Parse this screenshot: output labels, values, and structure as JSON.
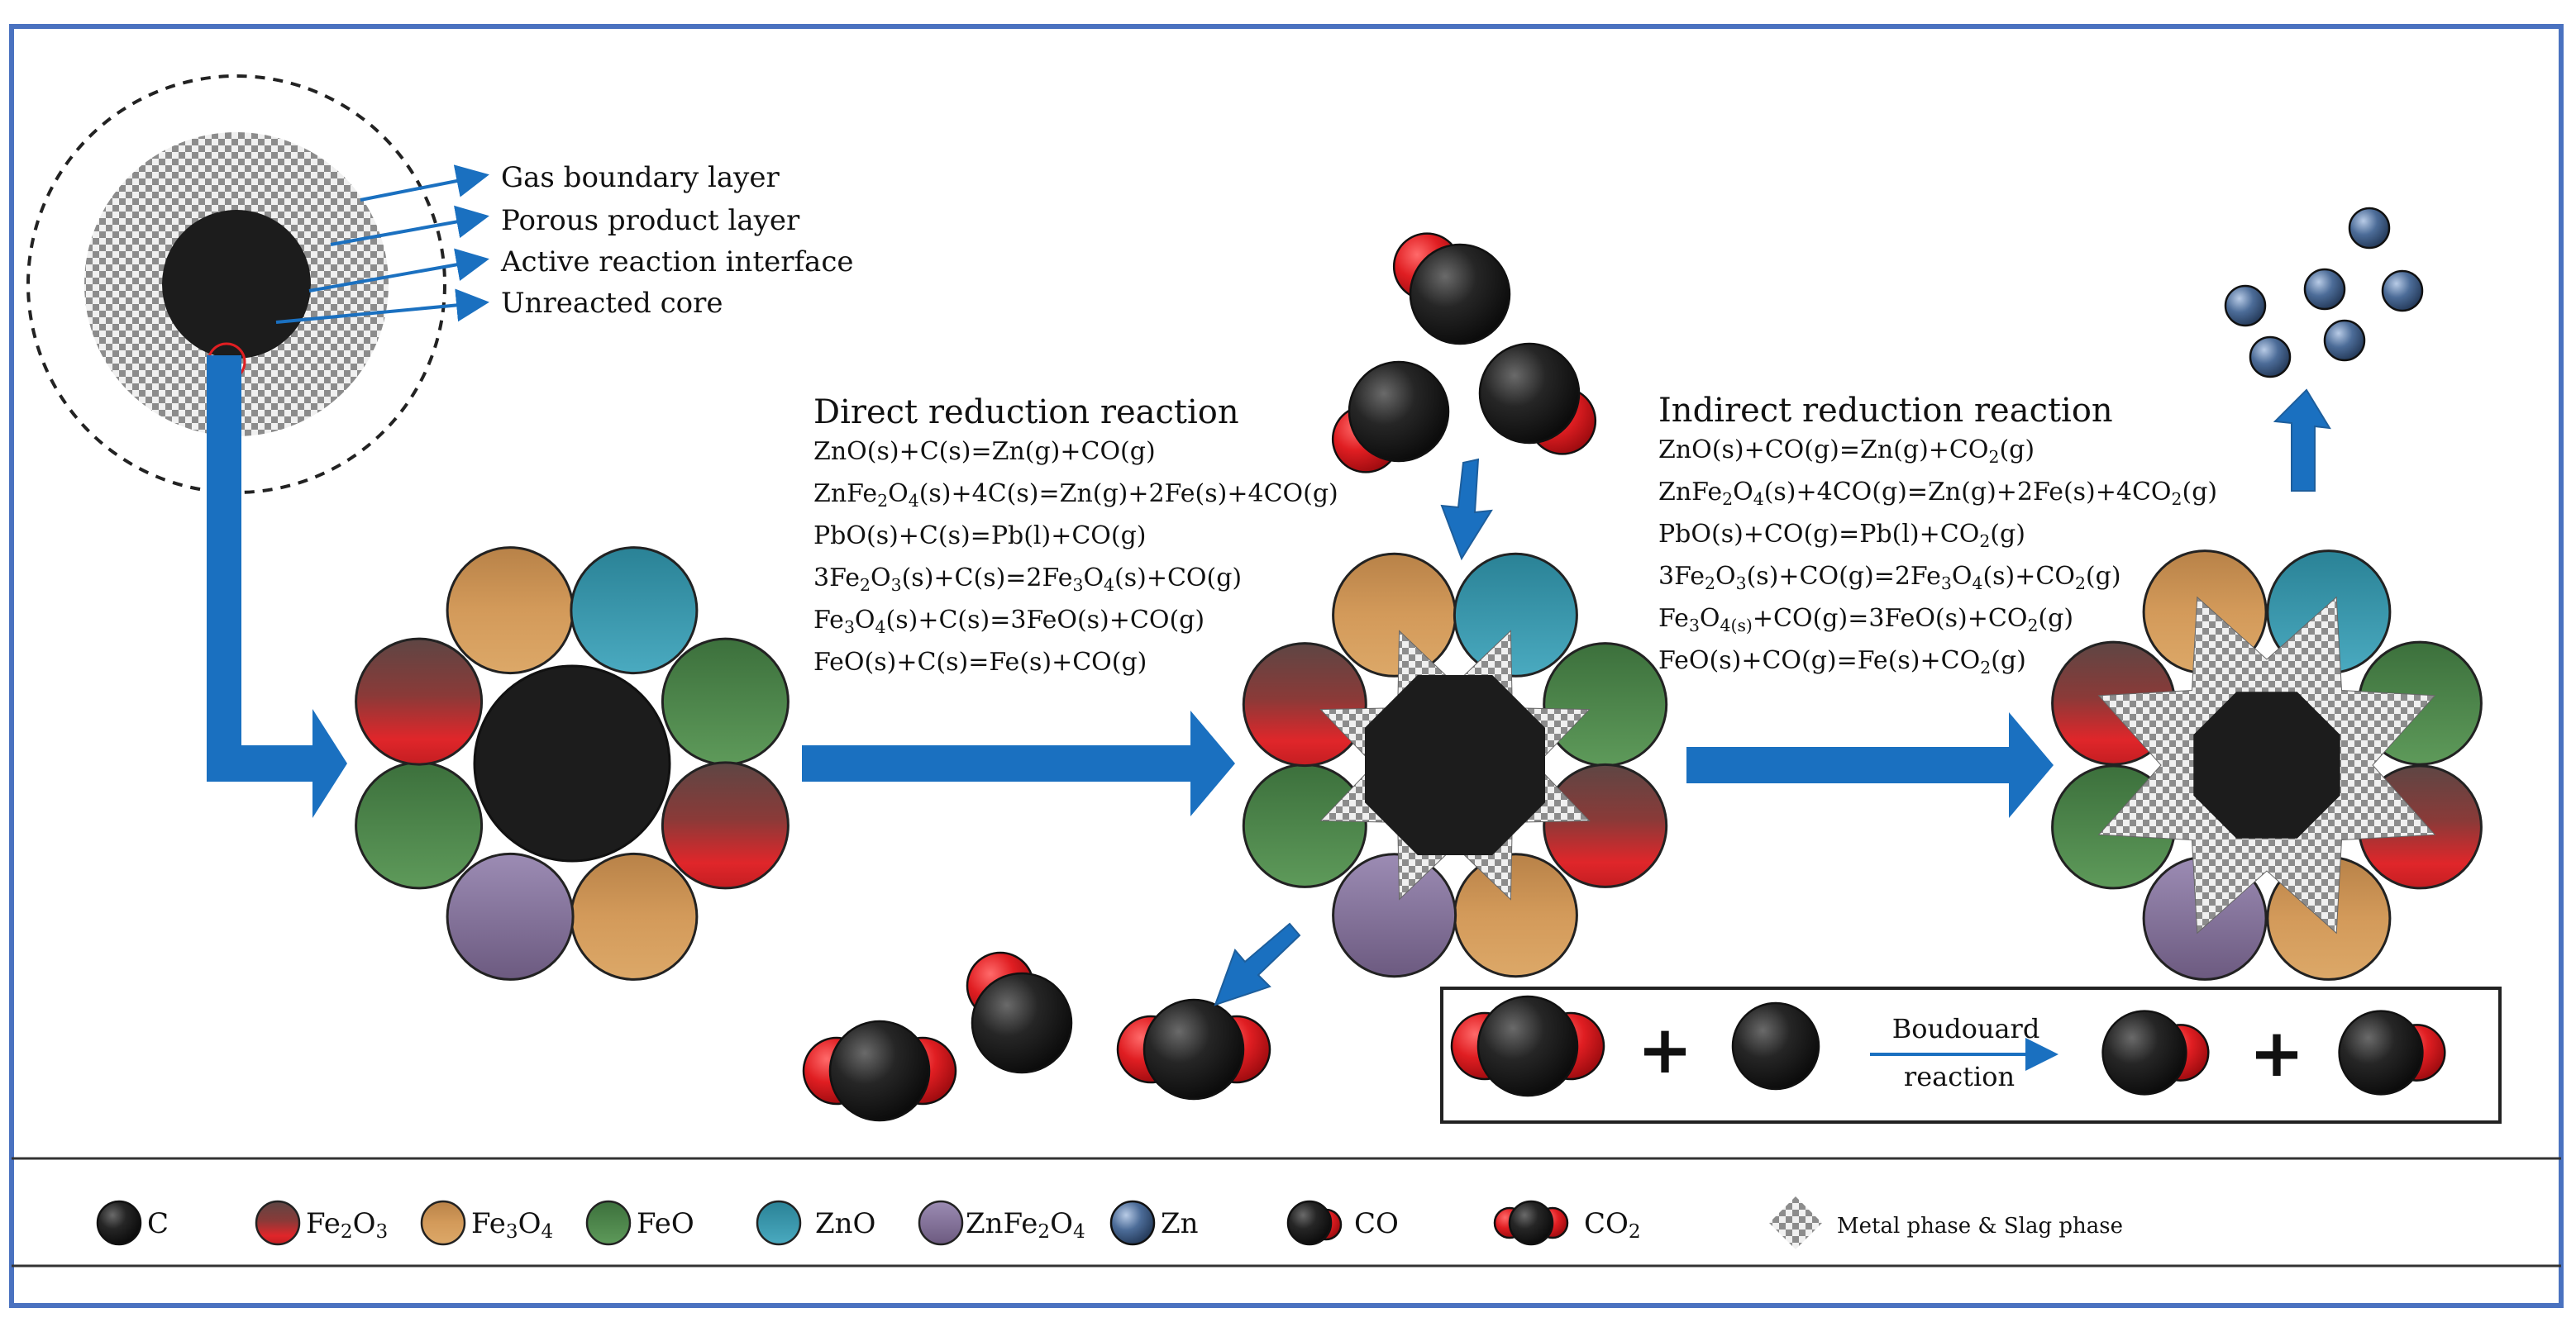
{
  "core_labels": [
    "Gas boundary layer",
    "Porous product layer",
    "Active reaction interface",
    "Unreacted core"
  ],
  "direct": {
    "title": "Direct reduction reaction",
    "equations": [
      [
        "ZnO(s)+C(s)=Zn(g)+CO(g)"
      ],
      [
        "ZnFe",
        {
          "sub": "2"
        },
        "O",
        {
          "sub": "4"
        },
        "(s)+4C(s)=Zn(g)+2Fe(s)+4CO(g)"
      ],
      [
        "PbO(s)+C(s)=Pb(l)+CO(g)"
      ],
      [
        "3Fe",
        {
          "sub": "2"
        },
        "O",
        {
          "sub": "3"
        },
        "(s)+C(s)=2Fe",
        {
          "sub": "3"
        },
        "O",
        {
          "sub": "4"
        },
        "(s)+CO(g)"
      ],
      [
        "Fe",
        {
          "sub": "3"
        },
        "O",
        {
          "sub": "4"
        },
        "(s)+C(s)=3FeO(s)+CO(g)"
      ],
      [
        "FeO(s)+C(s)=Fe(s)+CO(g)"
      ]
    ]
  },
  "indirect": {
    "title": "Indirect reduction reaction",
    "equations": [
      [
        "ZnO(s)+CO(g)=Zn(g)+CO",
        {
          "sub": "2"
        },
        "(g)"
      ],
      [
        "ZnFe",
        {
          "sub": "2"
        },
        "O",
        {
          "sub": "4"
        },
        "(s)+4CO(g)=Zn(g)+2Fe(s)+4CO",
        {
          "sub": "2"
        },
        "(g)"
      ],
      [
        "PbO(s)+CO(g)=Pb(l)+CO",
        {
          "sub": "2"
        },
        "(g)"
      ],
      [
        "3Fe",
        {
          "sub": "2"
        },
        "O",
        {
          "sub": "3"
        },
        "(s)+CO(g)=2Fe",
        {
          "sub": "3"
        },
        "O",
        {
          "sub": "4"
        },
        "(s)+CO",
        {
          "sub": "2"
        },
        "(g)"
      ],
      [
        "Fe",
        {
          "sub": "3"
        },
        "O",
        {
          "sub": "4(s)"
        },
        "+CO(g)=3FeO(s)+CO",
        {
          "sub": "2"
        },
        "(g)"
      ],
      [
        "FeO(s)+CO(g)=Fe(s)+CO",
        {
          "sub": "2"
        },
        "(g)"
      ]
    ]
  },
  "boudouard": {
    "line1": "Boudouard",
    "line2": "reaction",
    "plus": "+"
  },
  "legend": [
    {
      "id": "c",
      "parts": [
        "C"
      ]
    },
    {
      "id": "fe2o3",
      "parts": [
        "Fe",
        {
          "sub": "2"
        },
        "O",
        {
          "sub": "3"
        }
      ]
    },
    {
      "id": "fe3o4",
      "parts": [
        "Fe",
        {
          "sub": "3"
        },
        "O",
        {
          "sub": "4"
        }
      ]
    },
    {
      "id": "feo",
      "parts": [
        "FeO"
      ]
    },
    {
      "id": "zno",
      "parts": [
        "ZnO"
      ]
    },
    {
      "id": "znfe2o4",
      "parts": [
        "ZnFe",
        {
          "sub": "2"
        },
        "O",
        {
          "sub": "4"
        }
      ]
    },
    {
      "id": "zn",
      "parts": [
        "Zn"
      ]
    },
    {
      "id": "co",
      "parts": [
        "CO"
      ]
    },
    {
      "id": "co2",
      "parts": [
        "CO",
        {
          "sub": "2"
        }
      ]
    },
    {
      "id": "phase",
      "parts": [
        "Metal phase & Slag phase"
      ]
    }
  ],
  "colors": {
    "border": "#4a72c0",
    "arrow": "#1a70c0",
    "carbon": "#1c1c1c",
    "fe2o3_top": "#6a4a48",
    "fe2o3_bottom": "#e0262a",
    "fe3o4": "#d39a5a",
    "feo": "#4e8a4e",
    "zno": "#3a9ab0",
    "znfe2o4": "#8f7ea8",
    "zn": "#4c6c98",
    "oxygen": "#e01e22",
    "checker_dark": "#8c8c8c",
    "checker_light": "#f0f0f0"
  }
}
